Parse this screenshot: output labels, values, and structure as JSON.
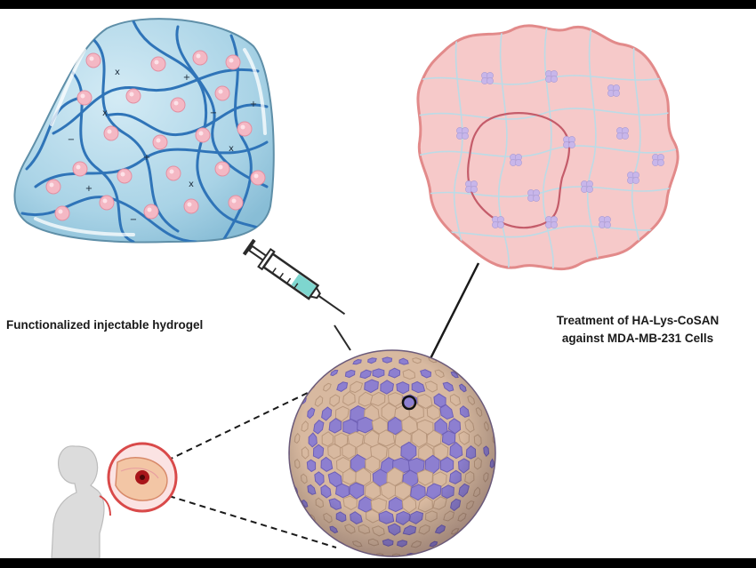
{
  "labels": {
    "hydrogel": "Functionalized injectable hydrogel",
    "treatment_line1": "Treatment of HA-Lys-CoSAN",
    "treatment_line2": "against  MDA-MB-231  Cells"
  },
  "colors": {
    "background": "#ffffff",
    "frame": "#000000",
    "hydrogel_fill": "#a9d3e6",
    "hydrogel_outline": "#5f8fa8",
    "polymer_chain": "#2f74b8",
    "nanoparticle": "#f4b8c4",
    "cell_fill": "#f6c9c9",
    "cell_outline": "#e28a8a",
    "cytoskeleton": "#bcdbe6",
    "nucleus_outline": "#c45c6a",
    "internalized_particle": "#c8b6ea",
    "tumor_tan": "#d8b9a0",
    "tumor_purple": "#8d7fd0",
    "syringe_liquid": "#7ed6cf"
  },
  "icons": [
    "hydrogel-blob",
    "syringe-icon",
    "cancer-cell",
    "tumor-spheroid",
    "human-silhouette",
    "breast-tumor-inset"
  ]
}
